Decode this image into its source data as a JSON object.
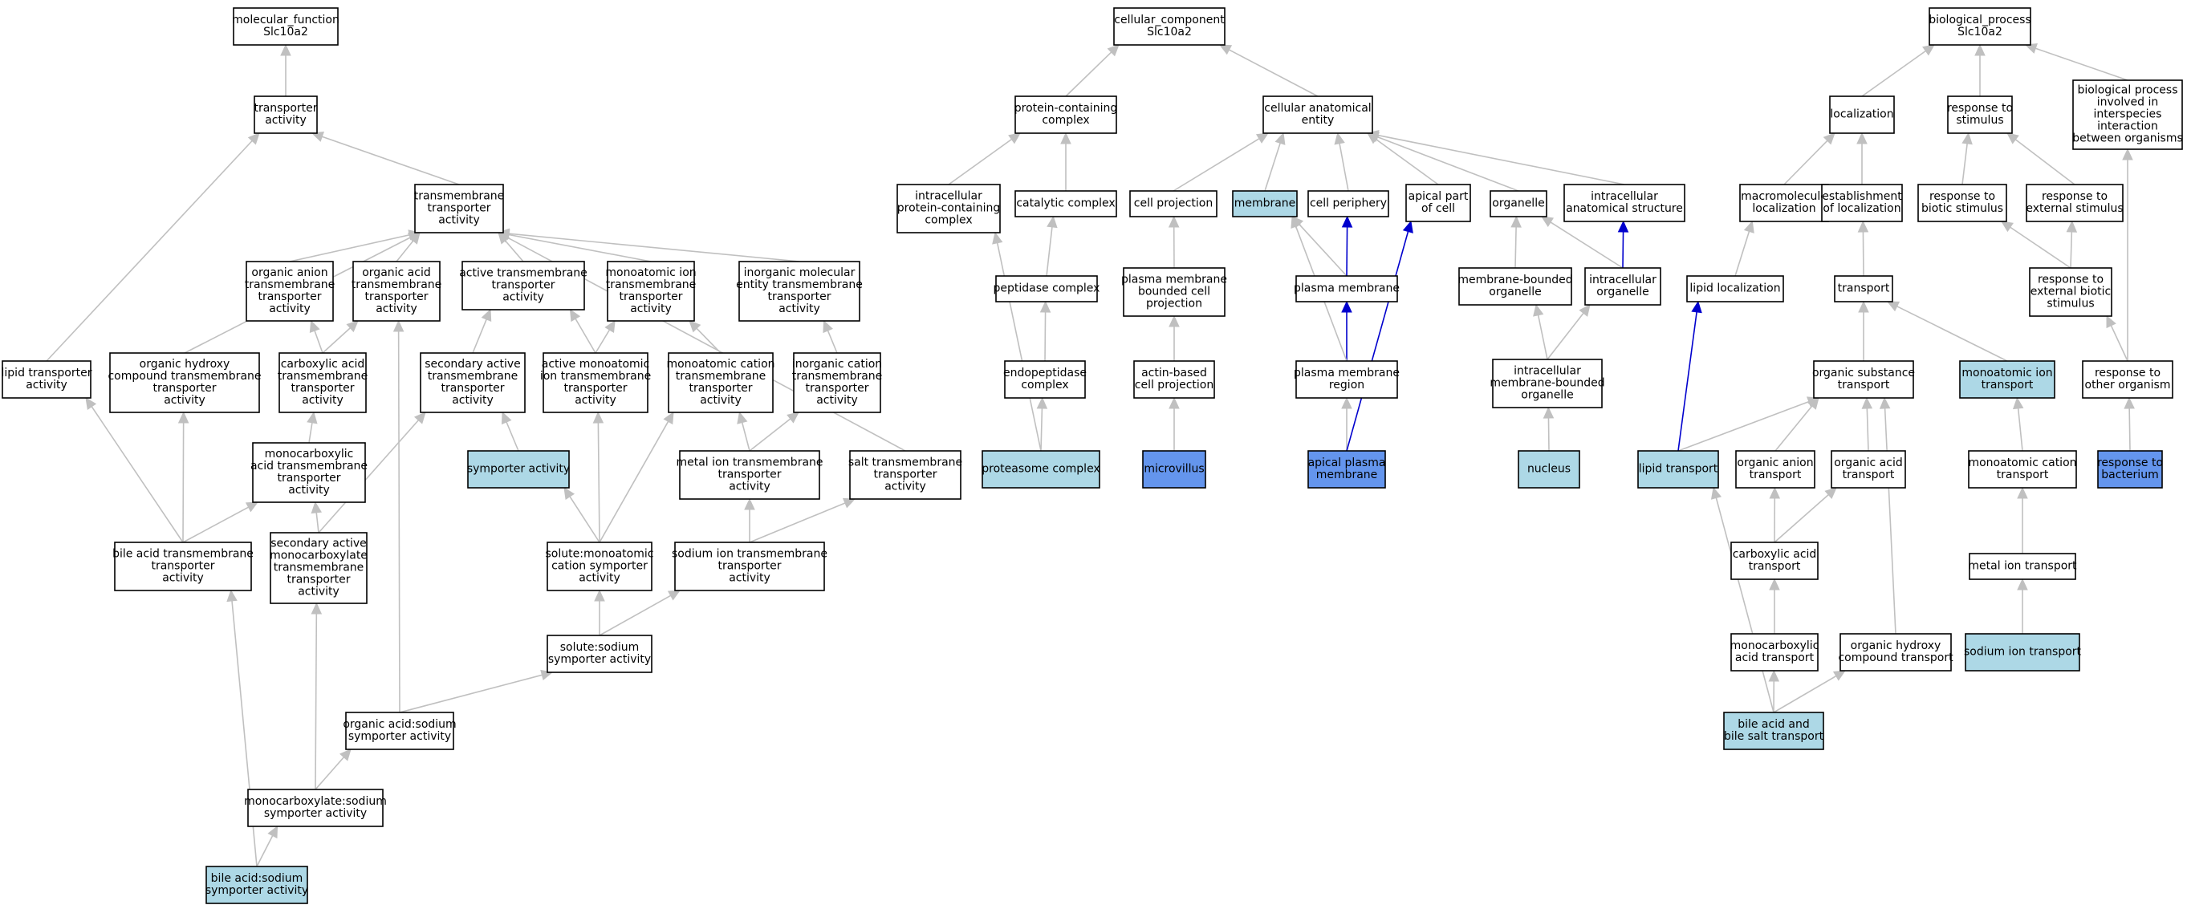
{
  "colors": {
    "default_fill": "#ffffff",
    "light_fill": "#add8e6",
    "dark_fill": "#6495ed",
    "gray_edge": "#c0c0c0",
    "blue_edge": "#0000cd"
  },
  "nodes": [
    {
      "id": "mf",
      "lines": [
        "molecular_function",
        "Slc10a2"
      ],
      "fill": "default"
    },
    {
      "id": "ta",
      "lines": [
        "transporter",
        "activity"
      ],
      "fill": "default"
    },
    {
      "id": "tmta",
      "lines": [
        "transmembrane",
        "transporter",
        "activity"
      ],
      "fill": "default"
    },
    {
      "id": "oatta",
      "lines": [
        "organic anion",
        "transmembrane",
        "transporter",
        "activity"
      ],
      "fill": "default"
    },
    {
      "id": "oacidtta",
      "lines": [
        "organic acid",
        "transmembrane",
        "transporter",
        "activity"
      ],
      "fill": "default"
    },
    {
      "id": "atta",
      "lines": [
        "active transmembrane",
        "transporter",
        "activity"
      ],
      "fill": "default"
    },
    {
      "id": "mitta",
      "lines": [
        "monoatomic ion",
        "transmembrane",
        "transporter",
        "activity"
      ],
      "fill": "default"
    },
    {
      "id": "imetta",
      "lines": [
        "inorganic molecular",
        "entity transmembrane",
        "transporter",
        "activity"
      ],
      "fill": "default"
    },
    {
      "id": "lta",
      "lines": [
        "lipid transporter",
        "activity"
      ],
      "fill": "default"
    },
    {
      "id": "ohctta",
      "lines": [
        "organic hydroxy",
        "compound transmembrane",
        "transporter",
        "activity"
      ],
      "fill": "default"
    },
    {
      "id": "catta",
      "lines": [
        "carboxylic acid",
        "transmembrane",
        "transporter",
        "activity"
      ],
      "fill": "default"
    },
    {
      "id": "satta",
      "lines": [
        "secondary active",
        "transmembrane",
        "transporter",
        "activity"
      ],
      "fill": "default"
    },
    {
      "id": "amitta",
      "lines": [
        "active monoatomic",
        "ion transmembrane",
        "transporter",
        "activity"
      ],
      "fill": "default"
    },
    {
      "id": "mctta",
      "lines": [
        "monoatomic cation",
        "transmembrane",
        "transporter",
        "activity"
      ],
      "fill": "default"
    },
    {
      "id": "ictta",
      "lines": [
        "inorganic cation",
        "transmembrane",
        "transporter",
        "activity"
      ],
      "fill": "default"
    },
    {
      "id": "mcatta",
      "lines": [
        "monocarboxylic",
        "acid transmembrane",
        "transporter",
        "activity"
      ],
      "fill": "default"
    },
    {
      "id": "symp",
      "lines": [
        "symporter activity"
      ],
      "fill": "light"
    },
    {
      "id": "metta",
      "lines": [
        "metal ion transmembrane",
        "transporter",
        "activity"
      ],
      "fill": "default"
    },
    {
      "id": "stta",
      "lines": [
        "salt transmembrane",
        "transporter",
        "activity"
      ],
      "fill": "default"
    },
    {
      "id": "batta",
      "lines": [
        "bile acid transmembrane",
        "transporter",
        "activity"
      ],
      "fill": "default"
    },
    {
      "id": "samta",
      "lines": [
        "secondary active",
        "monocarboxylate",
        "transmembrane",
        "transporter",
        "activity"
      ],
      "fill": "default"
    },
    {
      "id": "smcsa",
      "lines": [
        "solute:monoatomic",
        "cation symporter",
        "activity"
      ],
      "fill": "default"
    },
    {
      "id": "sitta",
      "lines": [
        "sodium ion transmembrane",
        "transporter",
        "activity"
      ],
      "fill": "default"
    },
    {
      "id": "sssa",
      "lines": [
        "solute:sodium",
        "symporter activity"
      ],
      "fill": "default"
    },
    {
      "id": "oassa",
      "lines": [
        "organic acid:sodium",
        "symporter activity"
      ],
      "fill": "default"
    },
    {
      "id": "mcssa",
      "lines": [
        "monocarboxylate:sodium",
        "symporter activity"
      ],
      "fill": "default"
    },
    {
      "id": "bassa",
      "lines": [
        "bile acid:sodium",
        "symporter activity"
      ],
      "fill": "light"
    },
    {
      "id": "cc",
      "lines": [
        "cellular_component",
        "Slc10a2"
      ],
      "fill": "default"
    },
    {
      "id": "pcc",
      "lines": [
        "protein-containing",
        "complex"
      ],
      "fill": "default"
    },
    {
      "id": "cae",
      "lines": [
        "cellular anatomical",
        "entity"
      ],
      "fill": "default"
    },
    {
      "id": "ipcc",
      "lines": [
        "intracellular",
        "protein-containing",
        "complex"
      ],
      "fill": "default"
    },
    {
      "id": "catc",
      "lines": [
        "catalytic complex"
      ],
      "fill": "default"
    },
    {
      "id": "cproj",
      "lines": [
        "cell projection"
      ],
      "fill": "default"
    },
    {
      "id": "memb",
      "lines": [
        "membrane"
      ],
      "fill": "light"
    },
    {
      "id": "cperi",
      "lines": [
        "cell periphery"
      ],
      "fill": "default"
    },
    {
      "id": "apc",
      "lines": [
        "apical part",
        "of cell"
      ],
      "fill": "default"
    },
    {
      "id": "org",
      "lines": [
        "organelle"
      ],
      "fill": "default"
    },
    {
      "id": "ias",
      "lines": [
        "intracellular",
        "anatomical structure"
      ],
      "fill": "default"
    },
    {
      "id": "pepc",
      "lines": [
        "peptidase complex"
      ],
      "fill": "default"
    },
    {
      "id": "pmbcp",
      "lines": [
        "plasma membrane",
        "bounded cell",
        "projection"
      ],
      "fill": "default"
    },
    {
      "id": "pm",
      "lines": [
        "plasma membrane"
      ],
      "fill": "default"
    },
    {
      "id": "mbo",
      "lines": [
        "membrane-bounded",
        "organelle"
      ],
      "fill": "default"
    },
    {
      "id": "io",
      "lines": [
        "intracellular",
        "organelle"
      ],
      "fill": "default"
    },
    {
      "id": "endo",
      "lines": [
        "endopeptidase",
        "complex"
      ],
      "fill": "default"
    },
    {
      "id": "abcp",
      "lines": [
        "actin-based",
        "cell projection"
      ],
      "fill": "default"
    },
    {
      "id": "pmr",
      "lines": [
        "plasma membrane",
        "region"
      ],
      "fill": "default"
    },
    {
      "id": "imbo",
      "lines": [
        "intracellular",
        "membrane-bounded",
        "organelle"
      ],
      "fill": "default"
    },
    {
      "id": "prot",
      "lines": [
        "proteasome complex"
      ],
      "fill": "light"
    },
    {
      "id": "mv",
      "lines": [
        "microvillus"
      ],
      "fill": "dark"
    },
    {
      "id": "apm",
      "lines": [
        "apical plasma",
        "membrane"
      ],
      "fill": "dark"
    },
    {
      "id": "nuc",
      "lines": [
        "nucleus"
      ],
      "fill": "light"
    },
    {
      "id": "bp",
      "lines": [
        "biological_process",
        "Slc10a2"
      ],
      "fill": "default"
    },
    {
      "id": "loc",
      "lines": [
        "localization"
      ],
      "fill": "default"
    },
    {
      "id": "rts",
      "lines": [
        "response to",
        "stimulus"
      ],
      "fill": "default"
    },
    {
      "id": "bpiio",
      "lines": [
        "biological process",
        "involved in",
        "interspecies",
        "interaction",
        "between organisms"
      ],
      "fill": "default"
    },
    {
      "id": "mloc",
      "lines": [
        "macromolecule",
        "localization"
      ],
      "fill": "default"
    },
    {
      "id": "eloc",
      "lines": [
        "establishment",
        "of localization"
      ],
      "fill": "default"
    },
    {
      "id": "rtbs",
      "lines": [
        "response to",
        "biotic stimulus"
      ],
      "fill": "default"
    },
    {
      "id": "rtes",
      "lines": [
        "response to",
        "external stimulus"
      ],
      "fill": "default"
    },
    {
      "id": "lloc",
      "lines": [
        "lipid localization"
      ],
      "fill": "default"
    },
    {
      "id": "trans",
      "lines": [
        "transport"
      ],
      "fill": "default"
    },
    {
      "id": "rtebs",
      "lines": [
        "response to",
        "external biotic",
        "stimulus"
      ],
      "fill": "default"
    },
    {
      "id": "ost",
      "lines": [
        "organic substance",
        "transport"
      ],
      "fill": "default"
    },
    {
      "id": "mit",
      "lines": [
        "monoatomic ion",
        "transport"
      ],
      "fill": "light"
    },
    {
      "id": "rtoo",
      "lines": [
        "response to",
        "other organism"
      ],
      "fill": "default"
    },
    {
      "id": "lt",
      "lines": [
        "lipid transport"
      ],
      "fill": "light"
    },
    {
      "id": "oant",
      "lines": [
        "organic anion",
        "transport"
      ],
      "fill": "default"
    },
    {
      "id": "oacidt",
      "lines": [
        "organic acid",
        "transport"
      ],
      "fill": "default"
    },
    {
      "id": "mct",
      "lines": [
        "monoatomic cation",
        "transport"
      ],
      "fill": "default"
    },
    {
      "id": "rtb",
      "lines": [
        "response to",
        "bacterium"
      ],
      "fill": "dark"
    },
    {
      "id": "cat",
      "lines": [
        "carboxylic acid",
        "transport"
      ],
      "fill": "default"
    },
    {
      "id": "meit",
      "lines": [
        "metal ion transport"
      ],
      "fill": "default"
    },
    {
      "id": "mcat",
      "lines": [
        "monocarboxylic",
        "acid transport"
      ],
      "fill": "default"
    },
    {
      "id": "ohct",
      "lines": [
        "organic hydroxy",
        "compound transport"
      ],
      "fill": "default"
    },
    {
      "id": "sit",
      "lines": [
        "sodium ion transport"
      ],
      "fill": "light"
    },
    {
      "id": "babst",
      "lines": [
        "bile acid and",
        "bile salt transport"
      ],
      "fill": "light"
    }
  ],
  "edges": [
    {
      "from": "ta",
      "to": "mf",
      "color": "gray"
    },
    {
      "from": "lta",
      "to": "ta",
      "color": "gray"
    },
    {
      "from": "tmta",
      "to": "ta",
      "color": "gray"
    },
    {
      "from": "oatta",
      "to": "tmta",
      "color": "gray"
    },
    {
      "from": "oacidtta",
      "to": "tmta",
      "color": "gray"
    },
    {
      "from": "atta",
      "to": "tmta",
      "color": "gray"
    },
    {
      "from": "mitta",
      "to": "tmta",
      "color": "gray"
    },
    {
      "from": "imetta",
      "to": "tmta",
      "color": "gray"
    },
    {
      "from": "ohctta",
      "to": "tmta",
      "color": "gray"
    },
    {
      "from": "stta",
      "to": "tmta",
      "color": "gray"
    },
    {
      "from": "catta",
      "to": "oatta",
      "color": "gray"
    },
    {
      "from": "catta",
      "to": "oacidtta",
      "color": "gray"
    },
    {
      "from": "mcatta",
      "to": "catta",
      "color": "gray"
    },
    {
      "from": "satta",
      "to": "atta",
      "color": "gray"
    },
    {
      "from": "amitta",
      "to": "atta",
      "color": "gray"
    },
    {
      "from": "amitta",
      "to": "mitta",
      "color": "gray"
    },
    {
      "from": "mctta",
      "to": "mitta",
      "color": "gray"
    },
    {
      "from": "ictta",
      "to": "imetta",
      "color": "gray"
    },
    {
      "from": "symp",
      "to": "satta",
      "color": "gray"
    },
    {
      "from": "metta",
      "to": "mctta",
      "color": "gray"
    },
    {
      "from": "metta",
      "to": "ictta",
      "color": "gray"
    },
    {
      "from": "batta",
      "to": "lta",
      "color": "gray"
    },
    {
      "from": "batta",
      "to": "ohctta",
      "color": "gray"
    },
    {
      "from": "batta",
      "to": "mcatta",
      "color": "gray"
    },
    {
      "from": "samta",
      "to": "mcatta",
      "color": "gray"
    },
    {
      "from": "samta",
      "to": "satta",
      "color": "gray"
    },
    {
      "from": "smcsa",
      "to": "symp",
      "color": "gray"
    },
    {
      "from": "smcsa",
      "to": "amitta",
      "color": "gray"
    },
    {
      "from": "smcsa",
      "to": "mctta",
      "color": "gray"
    },
    {
      "from": "sitta",
      "to": "metta",
      "color": "gray"
    },
    {
      "from": "sitta",
      "to": "stta",
      "color": "gray"
    },
    {
      "from": "sssa",
      "to": "smcsa",
      "color": "gray"
    },
    {
      "from": "sssa",
      "to": "sitta",
      "color": "gray"
    },
    {
      "from": "oassa",
      "to": "sssa",
      "color": "gray"
    },
    {
      "from": "oassa",
      "to": "oacidtta",
      "color": "gray"
    },
    {
      "from": "mcssa",
      "to": "oassa",
      "color": "gray"
    },
    {
      "from": "mcssa",
      "to": "samta",
      "color": "gray"
    },
    {
      "from": "bassa",
      "to": "mcssa",
      "color": "gray"
    },
    {
      "from": "bassa",
      "to": "batta",
      "color": "gray"
    },
    {
      "from": "pcc",
      "to": "cc",
      "color": "gray"
    },
    {
      "from": "cae",
      "to": "cc",
      "color": "gray"
    },
    {
      "from": "ipcc",
      "to": "pcc",
      "color": "gray"
    },
    {
      "from": "catc",
      "to": "pcc",
      "color": "gray"
    },
    {
      "from": "cproj",
      "to": "cae",
      "color": "gray"
    },
    {
      "from": "memb",
      "to": "cae",
      "color": "gray"
    },
    {
      "from": "cperi",
      "to": "cae",
      "color": "gray"
    },
    {
      "from": "apc",
      "to": "cae",
      "color": "gray"
    },
    {
      "from": "org",
      "to": "cae",
      "color": "gray"
    },
    {
      "from": "ias",
      "to": "cae",
      "color": "gray"
    },
    {
      "from": "pepc",
      "to": "catc",
      "color": "gray"
    },
    {
      "from": "pmbcp",
      "to": "cproj",
      "color": "gray"
    },
    {
      "from": "pm",
      "to": "memb",
      "color": "gray"
    },
    {
      "from": "pm",
      "to": "cperi",
      "color": "blue"
    },
    {
      "from": "mbo",
      "to": "org",
      "color": "gray"
    },
    {
      "from": "io",
      "to": "org",
      "color": "gray"
    },
    {
      "from": "io",
      "to": "ias",
      "color": "blue"
    },
    {
      "from": "endo",
      "to": "pepc",
      "color": "gray"
    },
    {
      "from": "abcp",
      "to": "pmbcp",
      "color": "gray"
    },
    {
      "from": "pmr",
      "to": "pm",
      "color": "blue"
    },
    {
      "from": "pmr",
      "to": "memb",
      "color": "gray"
    },
    {
      "from": "imbo",
      "to": "mbo",
      "color": "gray"
    },
    {
      "from": "imbo",
      "to": "io",
      "color": "gray"
    },
    {
      "from": "prot",
      "to": "endo",
      "color": "gray"
    },
    {
      "from": "prot",
      "to": "ipcc",
      "color": "gray"
    },
    {
      "from": "mv",
      "to": "abcp",
      "color": "gray"
    },
    {
      "from": "apm",
      "to": "pmr",
      "color": "gray"
    },
    {
      "from": "apm",
      "to": "apc",
      "color": "blue"
    },
    {
      "from": "nuc",
      "to": "imbo",
      "color": "gray"
    },
    {
      "from": "loc",
      "to": "bp",
      "color": "gray"
    },
    {
      "from": "rts",
      "to": "bp",
      "color": "gray"
    },
    {
      "from": "bpiio",
      "to": "bp",
      "color": "gray"
    },
    {
      "from": "mloc",
      "to": "loc",
      "color": "gray"
    },
    {
      "from": "eloc",
      "to": "loc",
      "color": "gray"
    },
    {
      "from": "rtbs",
      "to": "rts",
      "color": "gray"
    },
    {
      "from": "rtes",
      "to": "rts",
      "color": "gray"
    },
    {
      "from": "lloc",
      "to": "mloc",
      "color": "gray"
    },
    {
      "from": "trans",
      "to": "eloc",
      "color": "gray"
    },
    {
      "from": "rtebs",
      "to": "rtbs",
      "color": "gray"
    },
    {
      "from": "rtebs",
      "to": "rtes",
      "color": "gray"
    },
    {
      "from": "ost",
      "to": "trans",
      "color": "gray"
    },
    {
      "from": "mit",
      "to": "trans",
      "color": "gray"
    },
    {
      "from": "rtoo",
      "to": "rtebs",
      "color": "gray"
    },
    {
      "from": "rtoo",
      "to": "bpiio",
      "color": "gray"
    },
    {
      "from": "lt",
      "to": "ost",
      "color": "gray"
    },
    {
      "from": "lt",
      "to": "lloc",
      "color": "blue"
    },
    {
      "from": "oant",
      "to": "ost",
      "color": "gray"
    },
    {
      "from": "oacidt",
      "to": "ost",
      "color": "gray"
    },
    {
      "from": "mct",
      "to": "mit",
      "color": "gray"
    },
    {
      "from": "rtb",
      "to": "rtoo",
      "color": "gray"
    },
    {
      "from": "cat",
      "to": "oant",
      "color": "gray"
    },
    {
      "from": "cat",
      "to": "oacidt",
      "color": "gray"
    },
    {
      "from": "meit",
      "to": "mct",
      "color": "gray"
    },
    {
      "from": "mcat",
      "to": "cat",
      "color": "gray"
    },
    {
      "from": "ohct",
      "to": "ost",
      "color": "gray"
    },
    {
      "from": "sit",
      "to": "meit",
      "color": "gray"
    },
    {
      "from": "babst",
      "to": "mcat",
      "color": "gray"
    },
    {
      "from": "babst",
      "to": "ohct",
      "color": "gray"
    },
    {
      "from": "babst",
      "to": "lt",
      "color": "gray"
    }
  ]
}
